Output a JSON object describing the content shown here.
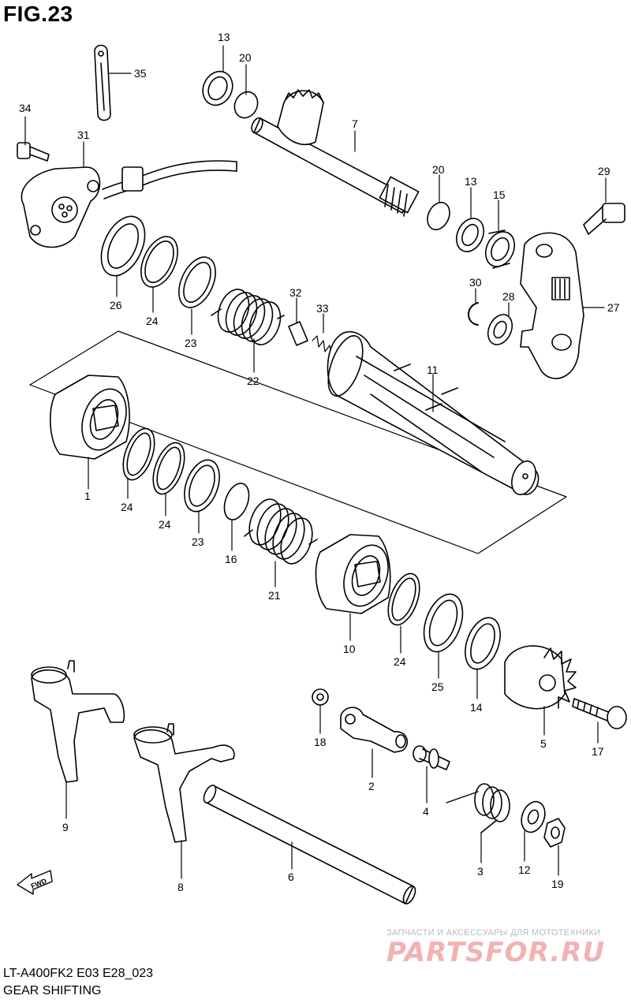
{
  "figure": {
    "title": "FIG.23",
    "model_code": "LT-A400FK2 E03 E28_023",
    "section_name": "GEAR SHIFTING"
  },
  "callouts": [
    "13",
    "20",
    "35",
    "34",
    "31",
    "7",
    "20",
    "13",
    "15",
    "29",
    "26",
    "24",
    "23",
    "22",
    "32",
    "33",
    "30",
    "28",
    "27",
    "11",
    "1",
    "24",
    "24",
    "23",
    "16",
    "21",
    "10",
    "24",
    "25",
    "14",
    "5",
    "17",
    "9",
    "8",
    "6",
    "18",
    "2",
    "4",
    "3",
    "12",
    "19"
  ],
  "fwd_arrow_label": "FWD",
  "watermark": {
    "tagline": "ЗАПЧАСТИ И АКСЕССУАРЫ ДЛЯ МОТОТЕХНИКИ",
    "logo": "PARTSFOR.RU"
  }
}
